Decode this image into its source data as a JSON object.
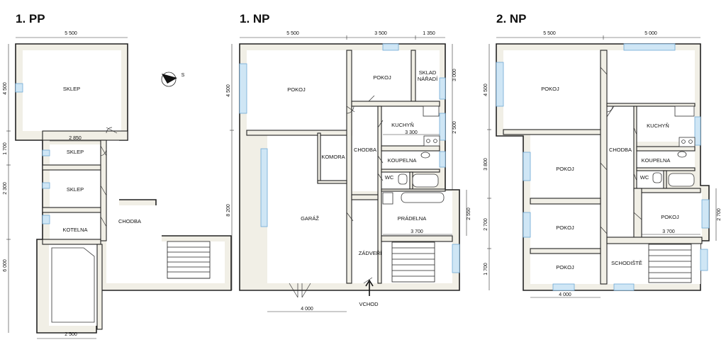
{
  "floors": {
    "pp": {
      "title": "1. PP",
      "rooms": {
        "sklep_big": "SKLEP",
        "sklep_1": "SKLEP",
        "sklep_2": "SKLEP",
        "kotelna": "KOTELNA",
        "chodba": "CHODBA"
      },
      "dims": {
        "top": "5 500",
        "inner": "2 850",
        "bottom": "2 500",
        "left_1": "4 500",
        "left_2": "1 700",
        "left_3": "2 300",
        "left_4": "6 000"
      }
    },
    "np1": {
      "title": "1. NP",
      "rooms": {
        "pokoj_big": "POKOJ",
        "pokoj_small": "POKOJ",
        "sklad": "SKLAD",
        "sklad_2": "NÁŘADÍ",
        "kuchyn": "KUCHYŇ",
        "chodba": "CHODBA",
        "komora": "KOMORA",
        "koupelna": "KOUPELNA",
        "wc": "WC",
        "garaz": "GARÁŽ",
        "pradelna": "PRÁDELNA",
        "zadveri": "ZÁDVEŘÍ",
        "vchod": "VCHOD"
      },
      "dims": {
        "top_1": "5 500",
        "top_2": "3 500",
        "top_3": "1 350",
        "kuchyn_w": "3 300",
        "pradelna_w": "3 700",
        "bottom": "4 000",
        "left_1": "4 500",
        "left_2": "8 200",
        "right_1": "3 000",
        "right_2": "2 500",
        "right_3": "2 550"
      }
    },
    "np2": {
      "title": "2. NP",
      "rooms": {
        "pokoj_1": "POKOJ",
        "pokoj_2": "POKOJ",
        "pokoj_3": "POKOJ",
        "pokoj_4": "POKOJ",
        "pokoj_5": "POKOJ",
        "kuchyn": "KUCHYŇ",
        "chodba": "CHODBA",
        "koupelna": "KOUPELNA",
        "wc": "WC",
        "schodiste": "SCHODIŠTĚ"
      },
      "dims": {
        "top_1": "5 500",
        "top_2": "5 000",
        "pokoj_w": "3 700",
        "bottom": "4 000",
        "left_1": "4 500",
        "left_2": "3 800",
        "left_3": "2 700",
        "left_4": "1 700",
        "right_1": "2 700"
      }
    }
  },
  "compass": {
    "label": "S"
  }
}
